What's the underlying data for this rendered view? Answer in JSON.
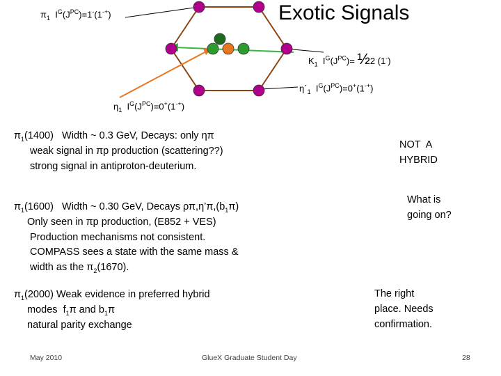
{
  "slide": {
    "title": "Exotic Signals",
    "labels": {
      "pi1": {
        "sym": "π",
        "sub": "1",
        "a": "I",
        "sup1": "G",
        "b": "(J",
        "sup2": "PC",
        "c": ")=1",
        "sup3": "-",
        "d": "(1",
        "sup4": "-+",
        "e": ")"
      },
      "k1": {
        "sym": "K",
        "sub": "1",
        "a": "I",
        "sup1": "G",
        "b": "(J",
        "sup2": "PC",
        "c": ")= ",
        "half": "½",
        "d": "2 (1",
        "sup3": "-",
        "e": ")"
      },
      "etap1": {
        "sym": "η´",
        "sub": "1",
        "a": "I",
        "sup1": "G",
        "b": "(J",
        "sup2": "PC",
        "c": ")=0",
        "sup3": "+",
        "d": "(1",
        "sup4": "-+",
        "e": ")"
      },
      "eta1": {
        "sym": "η",
        "sub": "1",
        "a": "I",
        "sup1": "G",
        "b": "(J",
        "sup2": "PC",
        "c": ")=0",
        "sup3": "+",
        "d": "(1",
        "sup4": "-+",
        "e": ")"
      }
    },
    "sections": {
      "s1400": {
        "head_sym": "π",
        "head_sub": "1",
        "head_rest": "(1400)",
        "head_text": "   Width ~ 0.3 GeV, Decays: only ηπ",
        "l1": "weak signal in πp production (scattering??)",
        "l2": "strong signal in antiproton-deuterium."
      },
      "s1600": {
        "head_sym": "π",
        "head_sub": "1",
        "head_rest": "(1600)",
        "head_text": "   Width ~ 0.30 GeV, Decays ρπ,η’π,(b",
        "head_sub2": "1",
        "head_end": "π)",
        "l1a": "Only seen in πp production, (E852 + VES)",
        "l2": "Production mechanisms not consistent.",
        "l3": "COMPASS sees a state with the same mass &",
        "l4a": "width as the π",
        "l4sub": "2",
        "l4b": "(1670)."
      },
      "s2000": {
        "head_sym": "π",
        "head_sub": "1",
        "head_rest": "(2000)",
        "head_text": " Weak evidence in preferred hybrid",
        "l1a": "modes  f",
        "l1sub": "1",
        "l1b": "π and b",
        "l1sub2": "1",
        "l1c": "π",
        "l2": "natural parity exchange"
      }
    },
    "notes": {
      "n1a": "NOT  A",
      "n1b": "HYBRID",
      "n2a": "What is",
      "n2b": "going on?",
      "n3a": "The right",
      "n3b": "place. Needs",
      "n3c": "confirmation."
    },
    "footer": {
      "date": "May 2010",
      "center": "GlueX Graduate Student Day",
      "page": "28"
    },
    "colors": {
      "hexagon": "#8B4513",
      "magenta": "#B0008B",
      "green": "#2E9B2E",
      "dark_green": "#1E6B1E",
      "orange": "#E87722",
      "arrow_green": "#39B54A",
      "arrow_orange": "#E87722"
    }
  }
}
